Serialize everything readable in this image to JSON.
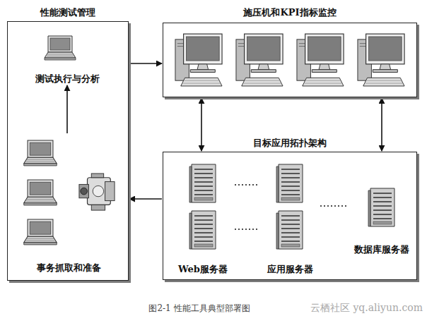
{
  "diagram": {
    "caption": "图2-1 性能工具典型部署图",
    "nodes": [
      {
        "text": [
          "性能测试管理"
        ]
      },
      {
        "text": [
          "测试执行与分析"
        ],
        "in": 0
      },
      {
        "text": [
          "事务抓取和准备"
        ],
        "in": 0
      },
      {
        "text": [
          "施压机和KPI指标监控"
        ]
      },
      {
        "text": [
          "目标应用拓扑架构"
        ]
      },
      {
        "text": [
          "Web服务器"
        ],
        "in": 4
      },
      {
        "text": [
          "应用服务器"
        ],
        "in": 4
      },
      {
        "text": [
          "数据库服务器"
        ],
        "in": 4
      }
    ],
    "edges": [
      {
        "from": 0,
        "to": 3,
        "arrow": "to"
      },
      {
        "from": 3,
        "to": 4,
        "arrow": "both"
      },
      {
        "from": 3,
        "to": 4,
        "arrow": "both"
      },
      {
        "from": 4,
        "to": 0,
        "arrow": "to"
      },
      {
        "from": 2,
        "to": 1,
        "arrow": "to"
      },
      {
        "from": 5,
        "to": 6,
        "arrow": "none"
      },
      {
        "from": 5,
        "to": 6,
        "arrow": "none"
      },
      {
        "from": 6,
        "to": 7,
        "arrow": "none"
      }
    ],
    "labels": [
      "云栖社区 yq.aliyun.com"
    ]
  }
}
